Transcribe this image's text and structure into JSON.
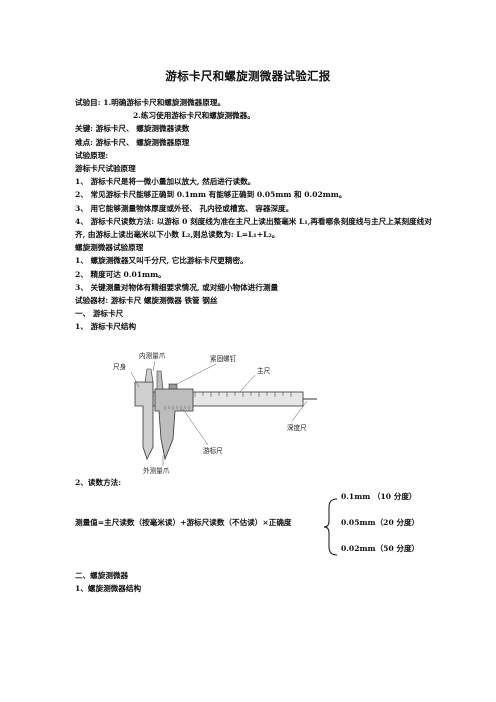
{
  "title": "游标卡尺和螺旋测微器试验汇报",
  "lines": [
    "试验目: 1.明确游标卡尺和螺旋测微器原理。",
    "2.练习使用游标卡尺和螺旋测微器。",
    "关键: 游标卡尺、 螺旋测微器读数",
    "难点: 游标卡尺、 螺旋测微器原理",
    "试验原理:",
    "游标卡尺试验原理",
    "1、 游标卡尺是将一微小量加以放大, 然后进行读数。",
    "2、 常见游标卡尺能够正确到 0.1mm 有能够正确到 0.05mm 和 0.02mm。",
    "3、 用它能够测量物体厚度或外径、 孔内径或槽宽、 容器深度。",
    "4、 游标卡尺读数方法: 以游标 0 刻度线为准在主尺上读出整毫米 L₁,再看哪条刻度线与主尺上某刻度线对齐, 由游标上读出毫米以下小数 L₂,则总读数为: L=L₁+L₂。",
    "螺旋测微器试验原理",
    "1、 螺旋测微器又叫千分尺, 它比游标卡尺更精密。",
    "2、 精度可达 0.01mm。",
    "3、 关键测量对物体有精细要求情况, 或对细小物体进行测量",
    "试验器材: 游标卡尺 螺旋测微器 铁管 钢丝",
    "一、 游标卡尺",
    "1、 游标卡尺结构"
  ],
  "figure": {
    "labels": {
      "inner_jaw": "内测量爪",
      "screw": "紧固螺钉",
      "jaw": "尺身",
      "main_scale": "主尺",
      "depth": "深度尺",
      "vernier": "游标尺",
      "outer_jaw": "外测量爪"
    }
  },
  "reading": {
    "heading": "2、读数方法:",
    "formula": "测量值=主尺读数（按毫米读）+游标尺读数（不估读）×正确度",
    "options": [
      "0.1mm （10 分度）",
      "0.05mm（20 分度）",
      "0.02mm（50 分度）"
    ]
  },
  "section2": {
    "heading": "二、螺旋测微器",
    "sub": "1、螺旋测微器结构"
  }
}
